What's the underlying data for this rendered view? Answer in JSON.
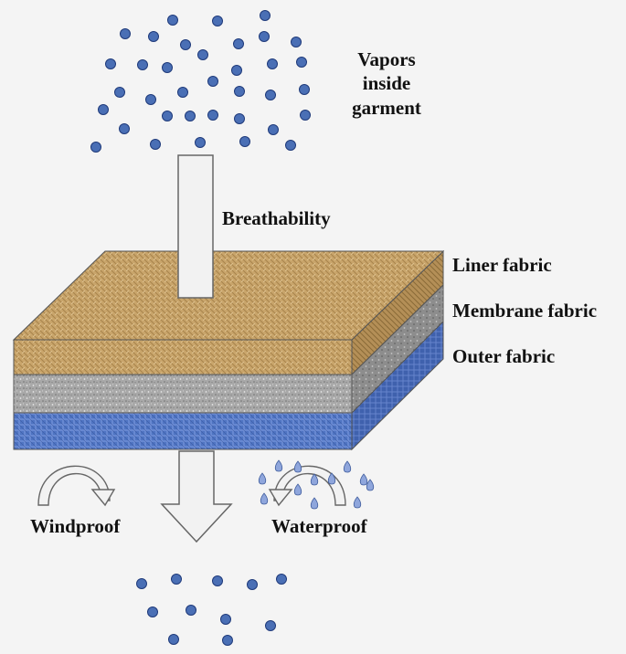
{
  "labels": {
    "vapors": [
      "Vapors",
      "inside",
      "garment"
    ],
    "breathability": "Breathability",
    "layers": [
      "Liner fabric",
      "Membrane fabric",
      "Outer fabric"
    ],
    "windproof": "Windproof",
    "waterproof": "Waterproof"
  },
  "colors": {
    "background": "#f4f4f4",
    "dot": "#4a6fb5",
    "dot_stroke": "#1f3a7a",
    "liner": "#c8a46a",
    "membrane": "#a9a9a9",
    "outer": "#4f74c2",
    "droplet": "#8fa6dc",
    "arrow_fill": "#f2f2f2",
    "arrow_stroke": "#666666"
  }
}
